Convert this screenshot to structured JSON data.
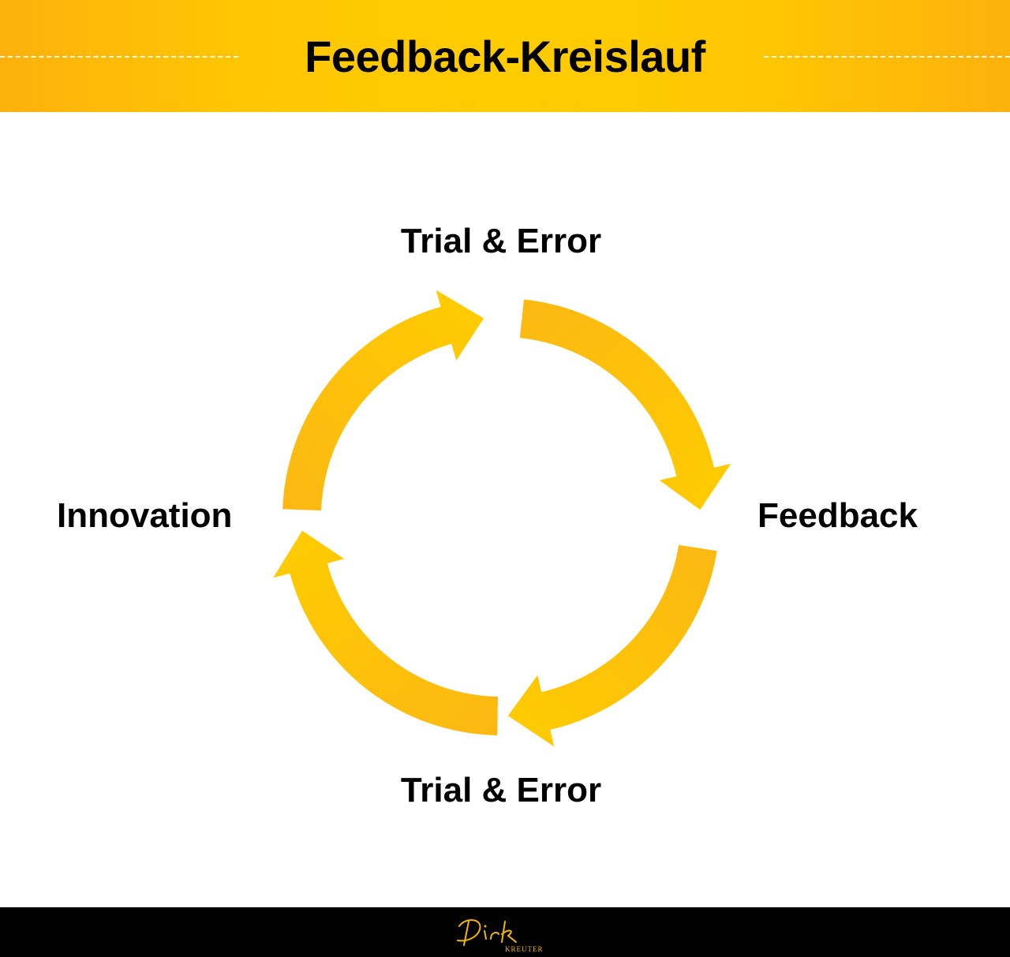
{
  "header": {
    "title": "Feedback-Kreislauf"
  },
  "diagram": {
    "nodes": [
      {
        "id": "top",
        "label": "Trial & Error"
      },
      {
        "id": "right",
        "label": "Feedback"
      },
      {
        "id": "bottom",
        "label": "Trial & Error"
      },
      {
        "id": "left",
        "label": "Innovation"
      }
    ],
    "arrows": [
      {
        "from": "left",
        "to": "top",
        "direction": "clockwise"
      },
      {
        "from": "top",
        "to": "right",
        "direction": "clockwise"
      },
      {
        "from": "right",
        "to": "bottom",
        "direction": "clockwise"
      },
      {
        "from": "bottom",
        "to": "left",
        "direction": "clockwise"
      }
    ],
    "colors": {
      "arrow_light": "#ffcc00",
      "arrow_dark": "#fbb813"
    }
  },
  "colors": {
    "header_bg": "#ffc703",
    "footer_bg": "#000000",
    "logo": "#f5b800"
  },
  "footer": {
    "logo": {
      "name": "Dirk",
      "subname": "KREUTER"
    }
  }
}
